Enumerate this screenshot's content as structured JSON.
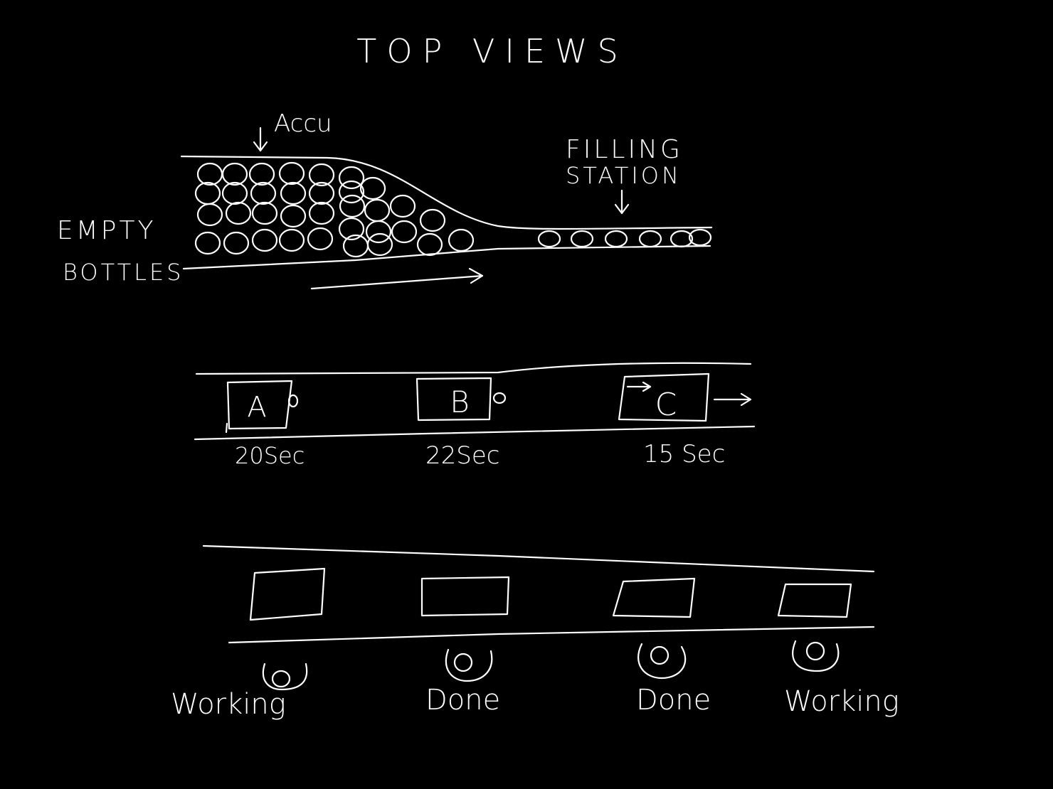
{
  "title": "TOP VIEWS",
  "colors": {
    "background": "#000000",
    "ink": "#ffffff"
  },
  "section1": {
    "accu_label": "Accu",
    "filling_label_line1": "FILLING",
    "filling_label_line2": "STATION",
    "empty_label_line1": "EMPTY",
    "empty_label_line2": "BOTTLES"
  },
  "section2": {
    "stations": [
      {
        "letter": "A",
        "time": "20Sec"
      },
      {
        "letter": "B",
        "time": "22Sec"
      },
      {
        "letter": "C",
        "time": "15 Sec"
      }
    ]
  },
  "section3": {
    "operators": [
      {
        "status": "Working"
      },
      {
        "status": "Done"
      },
      {
        "status": "Done"
      },
      {
        "status": "Working"
      }
    ]
  }
}
